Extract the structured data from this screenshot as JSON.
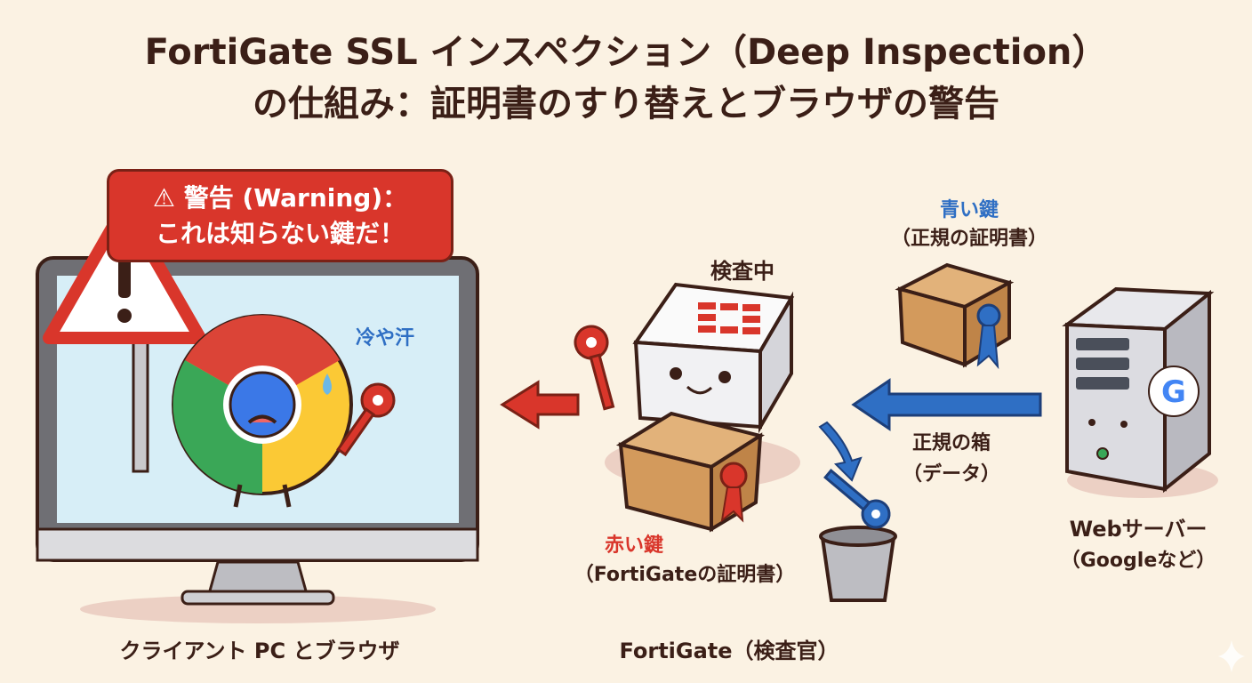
{
  "title": {
    "line1": "FortiGate SSL インスペクション（Deep Inspection）",
    "line2": "の仕組み：証明書のすり替えとブラウザの警告"
  },
  "client": {
    "warning_line1": "⚠ 警告 (Warning)：",
    "warning_line2": "これは知らない鍵だ！",
    "sweat_label": "冷や汗",
    "caption": "クライアント PC とブラウザ"
  },
  "fortigate": {
    "status": "検査中",
    "red_key_title": "赤い鍵",
    "red_key_desc": "（FortiGateの証明書）",
    "caption": "FortiGate（検査官）"
  },
  "server": {
    "blue_key_title": "青い鍵",
    "blue_key_desc": "（正規の証明書）",
    "box_title": "正規の箱",
    "box_desc": "（データ）",
    "caption_line1": "Webサーバー",
    "caption_line2": "（Googleなど）"
  },
  "colors": {
    "red": "#d9362b",
    "blue": "#2f6fc4",
    "bg": "#fbf2e3",
    "text": "#3b1f17"
  }
}
